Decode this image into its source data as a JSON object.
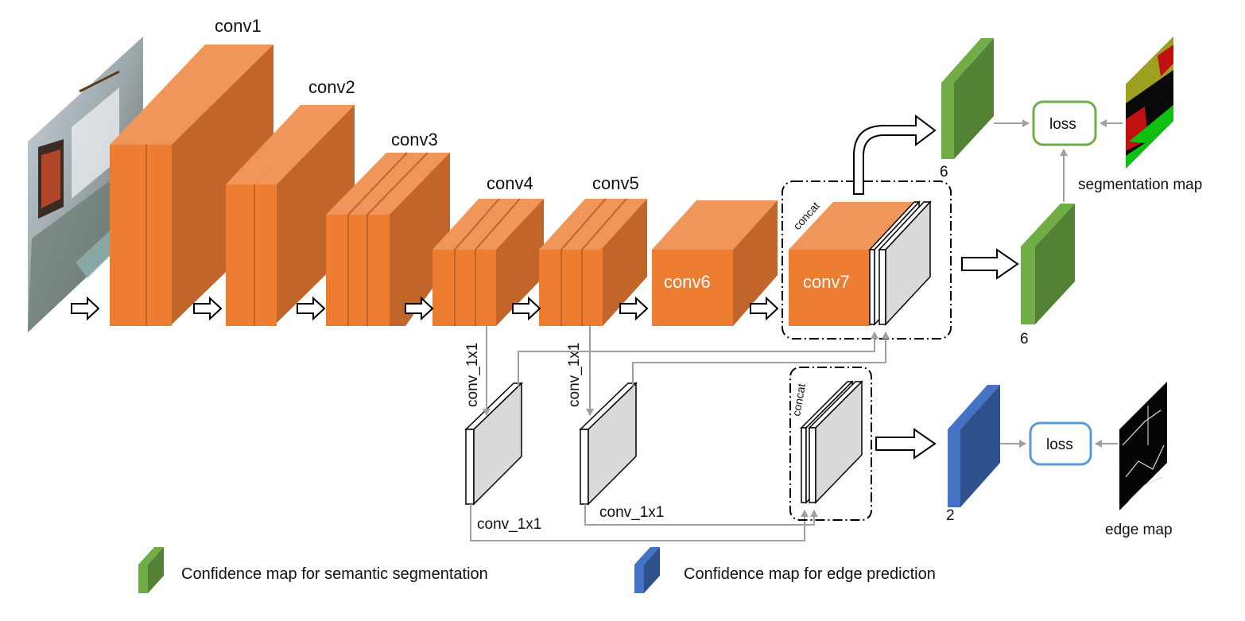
{
  "diagram": {
    "layers": {
      "conv1": "conv1",
      "conv2": "conv2",
      "conv3": "conv3",
      "conv4": "conv4",
      "conv5": "conv5",
      "conv6": "conv6",
      "conv7": "conv7"
    },
    "concat_top": "concat",
    "concat_bottom": "concat",
    "conv_1x1_a_vertical": "conv_1x1",
    "conv_1x1_b_vertical": "conv_1x1",
    "conv_1x1_a_bottom": "conv_1x1",
    "conv_1x1_b_bottom": "conv_1x1",
    "seg_out_top_count": "6",
    "seg_out_mid_count": "6",
    "edge_out_count": "2",
    "loss_seg": "loss",
    "loss_edge": "loss",
    "segmentation_map_label": "segmentation map",
    "edge_map_label": "edge map"
  },
  "legend": {
    "semantic": "Confidence map for semantic segmentation",
    "edge": "Confidence map for edge prediction"
  },
  "colors": {
    "orange_front": "#ED7D31",
    "orange_top": "#F0965A",
    "orange_side": "#C1652A",
    "green_front": "#70AD47",
    "green_side": "#548235",
    "blue_front": "#4472C4",
    "blue_side": "#2F528F",
    "gray_arrow": "#A0A0A0"
  }
}
